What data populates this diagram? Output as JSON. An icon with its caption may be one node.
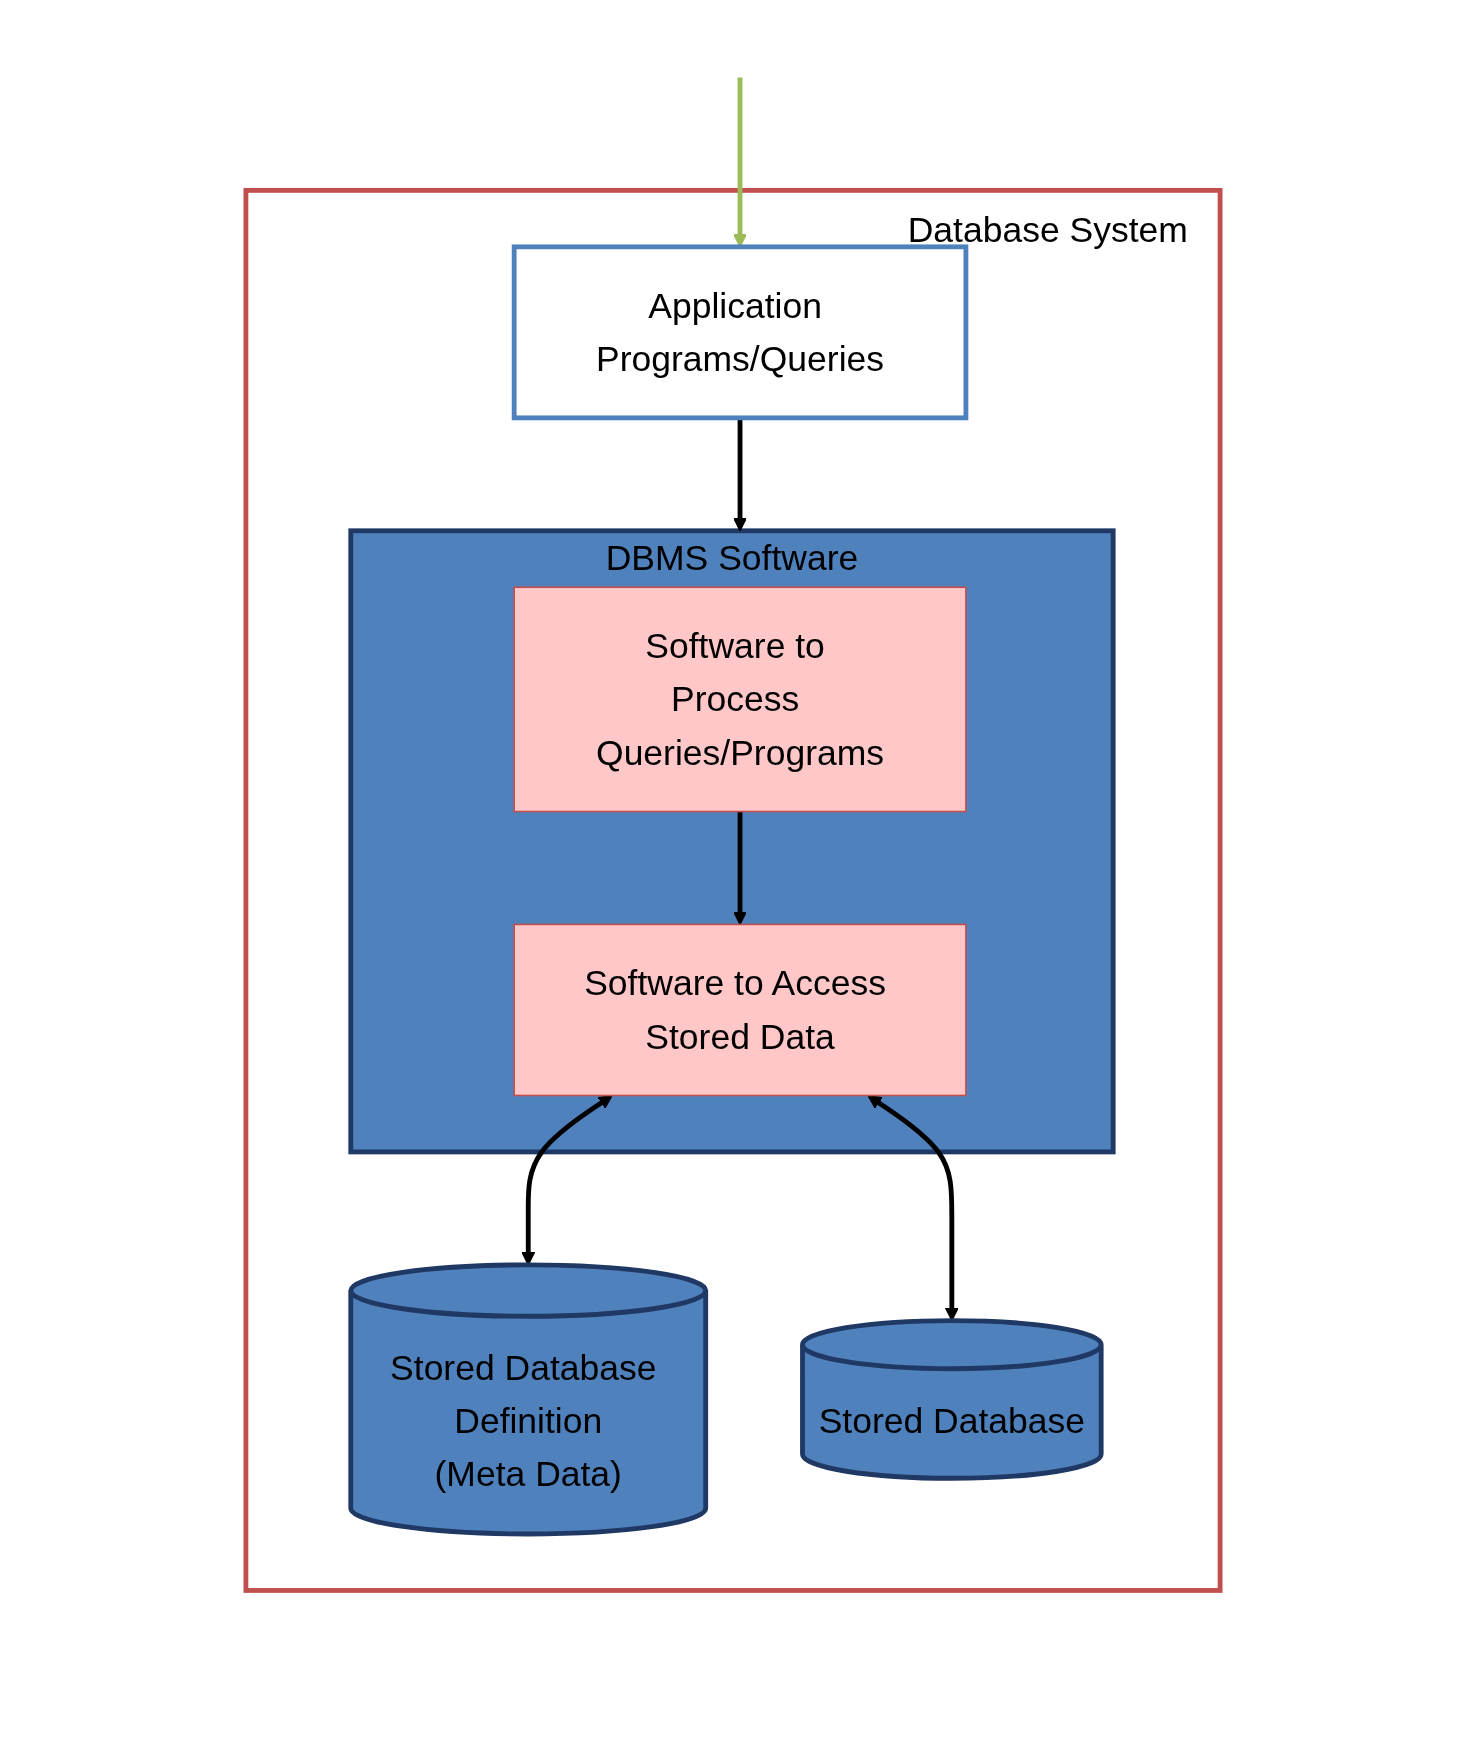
{
  "diagram": {
    "nodes": [
      {
        "text": [
          "Database System"
        ]
      },
      {
        "text": [
          "Application Programs/Queries"
        ],
        "in": 0
      },
      {
        "text": [
          "DBMS Software"
        ],
        "in": 0
      },
      {
        "text": [
          "Software to Process Queries/Programs"
        ],
        "in": 2
      },
      {
        "text": [
          "Software to Access Stored Data"
        ],
        "in": 2
      },
      {
        "text": [
          "Stored Database Definition",
          "(Meta Data)"
        ],
        "in": 0
      },
      {
        "text": [
          "Stored Database"
        ],
        "in": 0
      }
    ],
    "edges": [
      {
        "from": null,
        "to": 1,
        "arrow": "to",
        "color": "#9bbb59"
      },
      {
        "from": 1,
        "to": 2,
        "arrow": "to"
      },
      {
        "from": 3,
        "to": 4,
        "arrow": "to"
      },
      {
        "from": 4,
        "to": 5,
        "arrow": "both"
      },
      {
        "from": 4,
        "to": 6,
        "arrow": "both"
      }
    ]
  }
}
